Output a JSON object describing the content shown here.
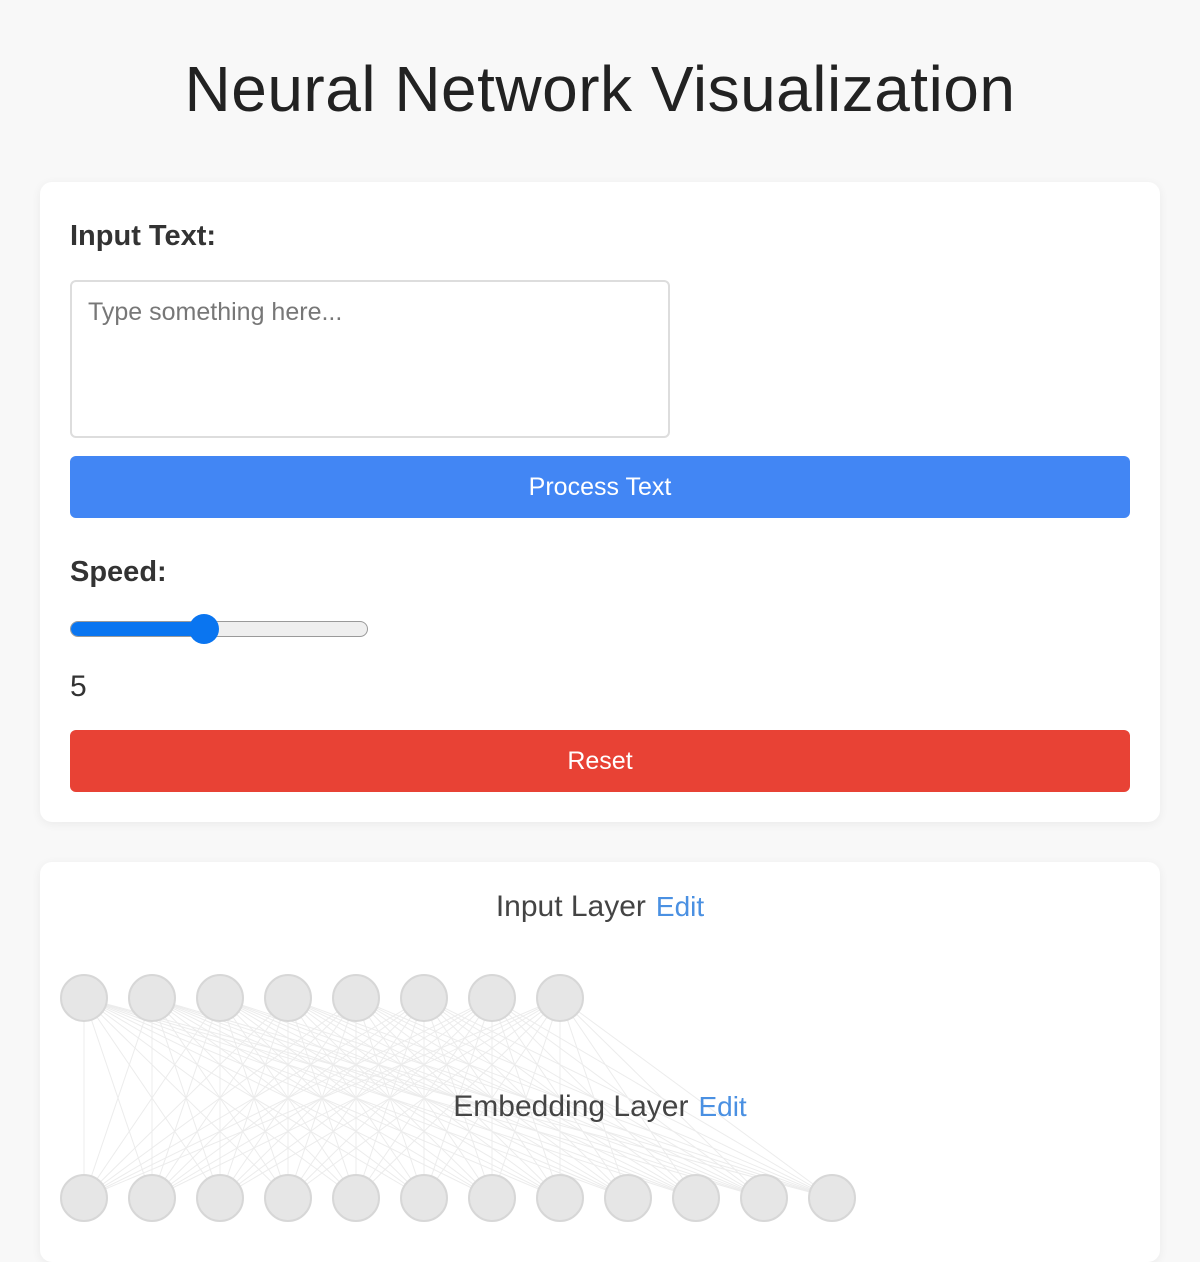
{
  "page": {
    "title": "Neural Network Visualization"
  },
  "controls": {
    "input_label": "Input Text:",
    "input_placeholder": "Type something here...",
    "input_value": "",
    "process_button": "Process Text",
    "speed_label": "Speed:",
    "speed_value": "5",
    "speed_fraction": 0.45,
    "reset_button": "Reset"
  },
  "network": {
    "input_layer": {
      "name": "Input Layer",
      "edit_label": "Edit",
      "neuron_count": 8
    },
    "embedding_layer": {
      "name": "Embedding Layer",
      "edit_label": "Edit",
      "neuron_count": 12
    }
  },
  "colors": {
    "primary_button": "#4286f4",
    "reset_button": "#e84235",
    "slider_accent": "#0a75f0",
    "edit_link": "#4a90e2",
    "neuron_fill": "#e6e6e6",
    "background": "#f8f8f8"
  }
}
